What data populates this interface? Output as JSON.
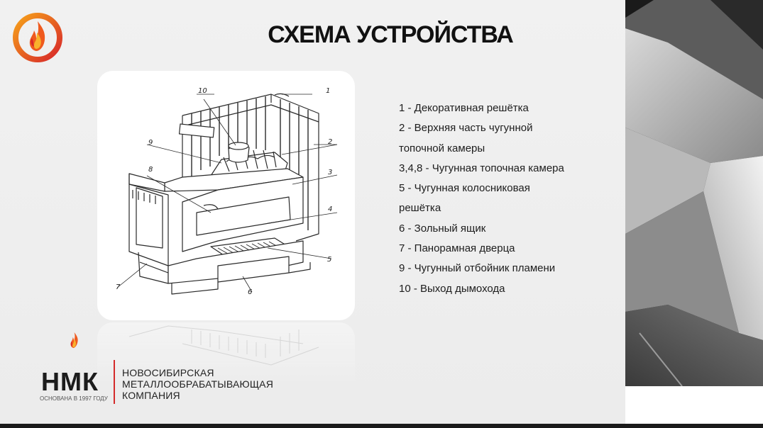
{
  "title": "СХЕМА УСТРОЙСТВА",
  "diagram": {
    "callouts": [
      "1",
      "2",
      "3",
      "4",
      "5",
      "6",
      "7",
      "8",
      "9",
      "10"
    ]
  },
  "legend": [
    "1 - Декоративная решётка",
    "2 - Верхняя часть чугунной",
    "топочной камеры",
    "3,4,8 - Чугунная топочная камера",
    "5 - Чугунная колосниковая",
    "решётка",
    "6 - Зольный ящик",
    "7 - Панорамная дверца",
    "9 - Чугунный отбойник пламени",
    "10 - Выход дымохода"
  ],
  "company": {
    "logo_text": "НМК",
    "founded": "ОСНОВАНА В 1997 ГОДУ",
    "name_lines": [
      "НОВОСИБИРСКАЯ",
      "МЕТАЛЛООБРАБАТЫВАЮЩАЯ",
      "КОМПАНИЯ"
    ]
  },
  "colors": {
    "accent_red": "#d42b2b",
    "accent_orange": "#f28a1d",
    "slide_bg": "#efefef"
  }
}
